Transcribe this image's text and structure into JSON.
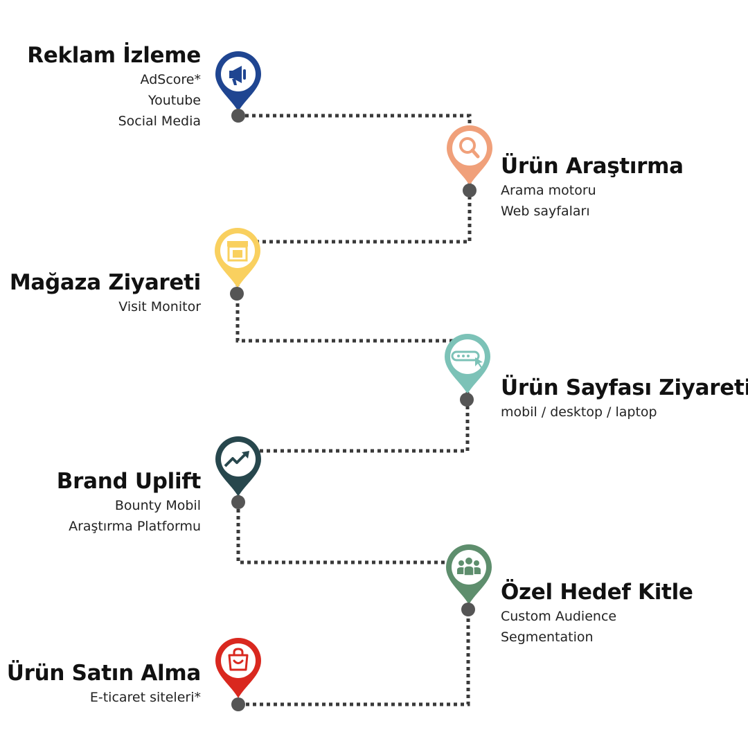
{
  "colors": {
    "ad": "#1f4591",
    "research": "#f0a07a",
    "store": "#f9d05f",
    "page": "#7cc2b7",
    "brand": "#27474d",
    "audience": "#5e8e6d",
    "purchase": "#d9281f",
    "connector": "#3a3a3a",
    "dot": "#555555"
  },
  "steps": [
    {
      "title": "Reklam İzleme",
      "lines": [
        "AdScore*",
        "Youtube",
        "Social Media"
      ],
      "icon": "megaphone-icon"
    },
    {
      "title": "Ürün Araştırma",
      "lines": [
        "Arama motoru",
        "Web sayfaları"
      ],
      "icon": "magnifier-icon"
    },
    {
      "title": "Mağaza Ziyareti",
      "lines": [
        "Visit Monitor"
      ],
      "icon": "storefront-icon"
    },
    {
      "title": "Ürün Sayfası Ziyareti",
      "lines": [
        "mobil / desktop / laptop"
      ],
      "icon": "www-cursor-icon"
    },
    {
      "title": "Brand Uplift",
      "lines": [
        "Bounty  Mobil",
        "Araştırma Platformu"
      ],
      "icon": "trend-up-icon"
    },
    {
      "title": "Özel Hedef Kitle",
      "lines": [
        "Custom Audience",
        "Segmentation"
      ],
      "icon": "people-group-icon"
    },
    {
      "title": "Ürün Satın Alma",
      "lines": [
        "E-ticaret siteleri*"
      ],
      "icon": "shopping-bag-icon"
    }
  ]
}
